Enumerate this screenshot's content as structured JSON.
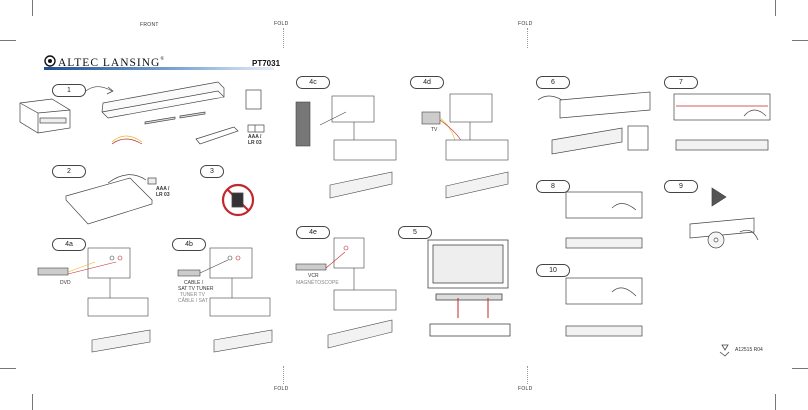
{
  "header": {
    "front": "FRONT",
    "fold_left": "FOLD",
    "fold_right": "FOLD"
  },
  "footer": {
    "fold_left": "FOLD",
    "fold_right": "FOLD",
    "code": "A12515 R04"
  },
  "brand": {
    "name": "ALTEC LANSING",
    "trademark": "®",
    "model": "PT7031"
  },
  "steps": {
    "s1": "1",
    "s2": "2",
    "s3": "3",
    "s4a": "4a",
    "s4b": "4b",
    "s4c": "4c",
    "s4d": "4d",
    "s4e": "4e",
    "s5": "5",
    "s6": "6",
    "s7": "7",
    "s8": "8",
    "s9": "9",
    "s10": "10"
  },
  "labels": {
    "battery_1": "AAA /",
    "battery_1b": "LR 03",
    "battery_2": "AAA /",
    "battery_2b": "LR 03",
    "dvd": "DVD",
    "cable_sat": "CABLE /",
    "cable_sat2": "SAT TV TUNER",
    "cable_sat_grey": "TUNER TV",
    "cable_sat_grey2": "CÂBLE / SAT",
    "tv": "TV",
    "vcr": "VCR",
    "vcr_grey": "MAGNÉTOSCOPE"
  },
  "colors": {
    "accent": "#1d4f8f",
    "cable_red": "#c0282d",
    "cable_yellow": "#e3b620",
    "line": "#444444"
  }
}
